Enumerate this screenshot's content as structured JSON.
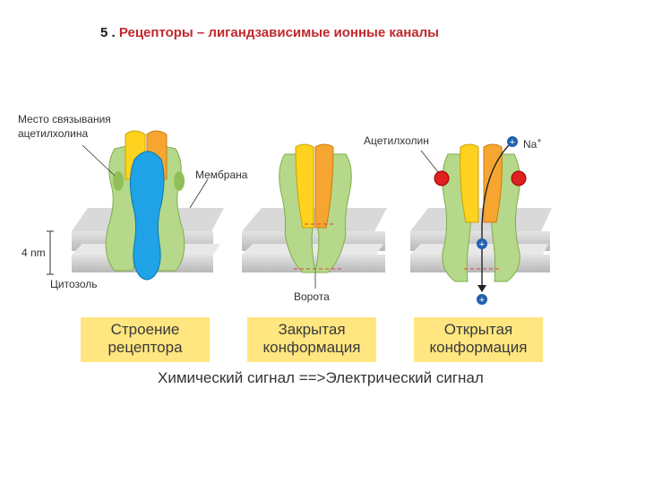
{
  "title": {
    "number": "5 .",
    "text": "Рецепторы – лигандзависимые ионные каналы"
  },
  "labels": {
    "binding_site_line1": "Место связывания",
    "binding_site_line2": "ацетилхолина",
    "membrane": "Мембрана",
    "thickness": "4 nm",
    "cytosol": "Цитозоль",
    "gate": "Ворота",
    "acetylcholine": "Ацетилхолин",
    "sodium": "Na",
    "sodium_charge": "+"
  },
  "captions": [
    {
      "line1": "Строение",
      "line2": "рецептора"
    },
    {
      "line1": "Закрытая",
      "line2": "конформация"
    },
    {
      "line1": "Открытая",
      "line2": "конформация"
    }
  ],
  "signal": {
    "chemical": "Химический сигнал",
    "arrow": "==>",
    "electrical": "Электрический сигнал"
  },
  "colors": {
    "subunit_green": "#b5d88a",
    "subunit_green_dark": "#8fbf5a",
    "subunit_yellow": "#ffd21f",
    "subunit_orange": "#f6a531",
    "subunit_blue": "#1fa3e6",
    "membrane_gray": "#cfcfcf",
    "ligand_red": "#e02020",
    "ion_blue": "#2060b0",
    "caption_bg": "#ffe680",
    "title_red": "#c0282d"
  }
}
